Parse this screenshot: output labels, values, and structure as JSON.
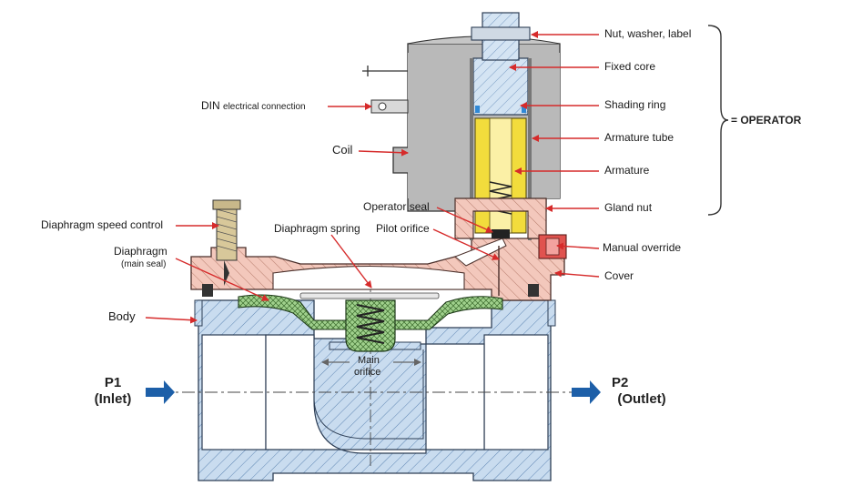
{
  "labels": {
    "nut_washer_label": "Nut, washer, label",
    "fixed_core": "Fixed core",
    "shading_ring": "Shading ring",
    "armature_tube": "Armature tube",
    "armature": "Armature",
    "gland_nut": "Gland nut",
    "manual_override": "Manual override",
    "cover": "Cover",
    "operator": "= OPERATOR",
    "din_prefix": "DIN",
    "din_suffix": "electrical connection",
    "coil": "Coil",
    "operator_seal": "Operator seal",
    "pilot_orifice": "Pilot orifice",
    "diaphragm_spring": "Diaphragm spring",
    "diaphragm_speed_control": "Diaphragm speed control",
    "diaphragm": "Diaphragm",
    "diaphragm_sub": "(main seal)",
    "body": "Body",
    "main_orifice_1": "Main",
    "main_orifice_2": "orifice",
    "p1": "P1",
    "p1_sub": "(Inlet)",
    "p2": "P2",
    "p2_sub": "(Outlet)"
  },
  "colors": {
    "leader_red": "#d62b2b",
    "flow_arrow_blue": "#1d5fa8",
    "body_blue": "#c9dcef",
    "cover_pink": "#f3c8bc",
    "coil_grey": "#b9b9b9",
    "armature_yellow": "#f2dc3c",
    "diaphragm_green": "#9fd08c",
    "override_red": "#e0534f"
  }
}
